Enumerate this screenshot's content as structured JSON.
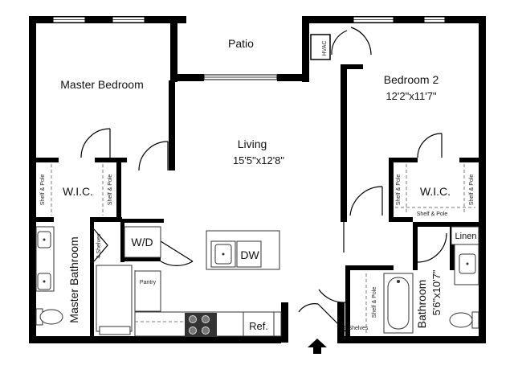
{
  "rooms": {
    "patio": "Patio",
    "hvac": "HVAC",
    "master_bedroom": "Master Bedroom",
    "bedroom2": "Bedroom 2",
    "bedroom2_dim": "12'2\"x11'7\"",
    "living": "Living",
    "living_dim": "15'5\"x12'8\"",
    "wic_left": "W.I.C.",
    "wic_right": "W.I.C.",
    "wd": "W/D",
    "dw": "DW",
    "master_bath": "Master Bathroom",
    "pantry": "Pantry",
    "ref": "Ref.",
    "linen": "Linen",
    "bathroom": "Bathroom",
    "bathroom_dim": "5'6\"x10'7\""
  },
  "annotations": {
    "shelf_pole": "Shelf & Pole",
    "four_shelves": "4 Shelves"
  }
}
